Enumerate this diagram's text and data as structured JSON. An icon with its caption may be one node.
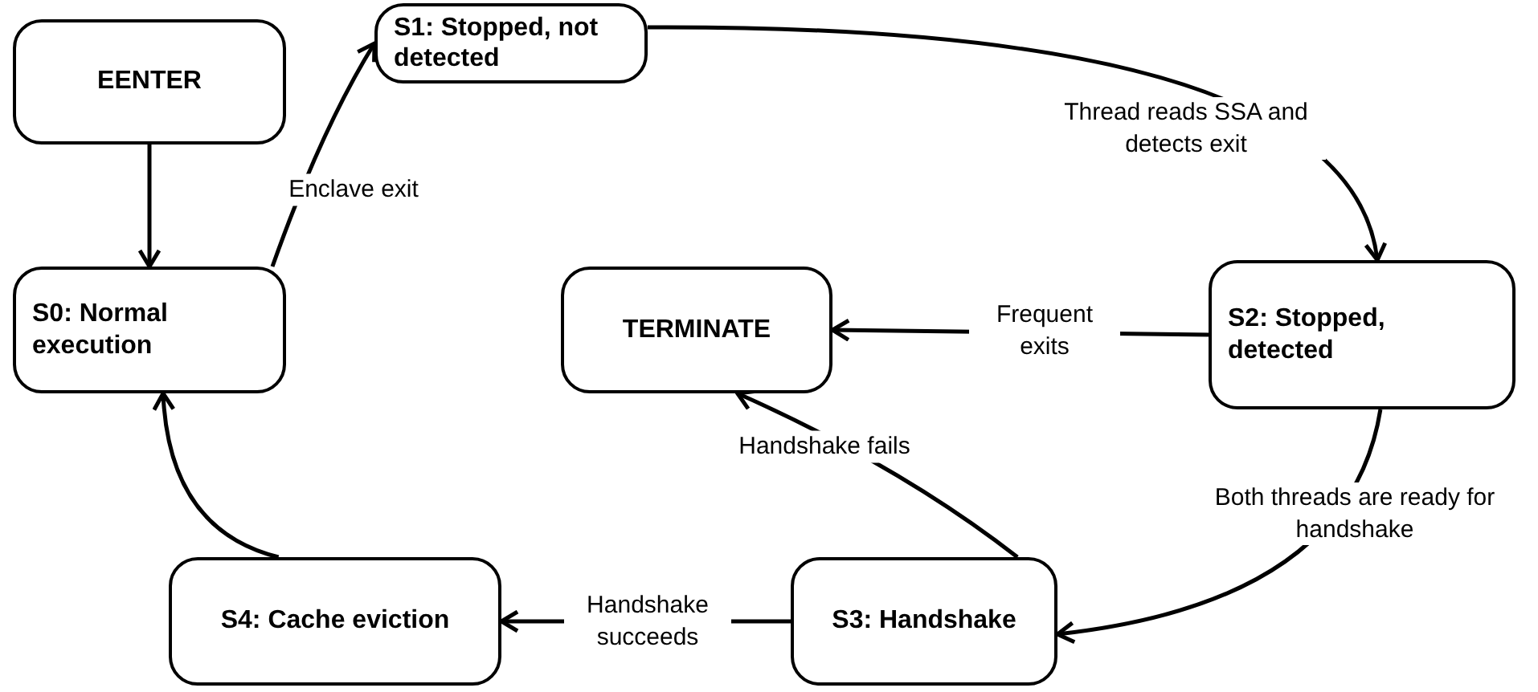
{
  "diagram": {
    "nodes": [
      {
        "text": [
          "EENTER"
        ]
      },
      {
        "text": [
          "S0: Normal execution"
        ]
      },
      {
        "text": [
          "S1: Stopped, not detected"
        ]
      },
      {
        "text": [
          "TERMINATE"
        ]
      },
      {
        "text": [
          "S2: Stopped, detected"
        ]
      },
      {
        "text": [
          "S4: Cache eviction"
        ]
      },
      {
        "text": [
          "S3: Handshake"
        ]
      }
    ],
    "edges": [
      {
        "from": 0,
        "to": 1,
        "arrow": "to"
      },
      {
        "from": 1,
        "to": 2,
        "arrow": "to",
        "label": "Enclave exit"
      },
      {
        "from": 2,
        "to": 4,
        "arrow": "to",
        "label": "Thread reads SSA and detects exit"
      },
      {
        "from": 4,
        "to": 3,
        "arrow": "to",
        "label": "Frequent exits"
      },
      {
        "from": 4,
        "to": 6,
        "arrow": "to",
        "label": "Both threads are ready for handshake"
      },
      {
        "from": 6,
        "to": 3,
        "arrow": "to",
        "label": "Handshake fails"
      },
      {
        "from": 6,
        "to": 5,
        "arrow": "to",
        "label": "Handshake succeeds"
      },
      {
        "from": 5,
        "to": 1,
        "arrow": "to"
      }
    ]
  }
}
